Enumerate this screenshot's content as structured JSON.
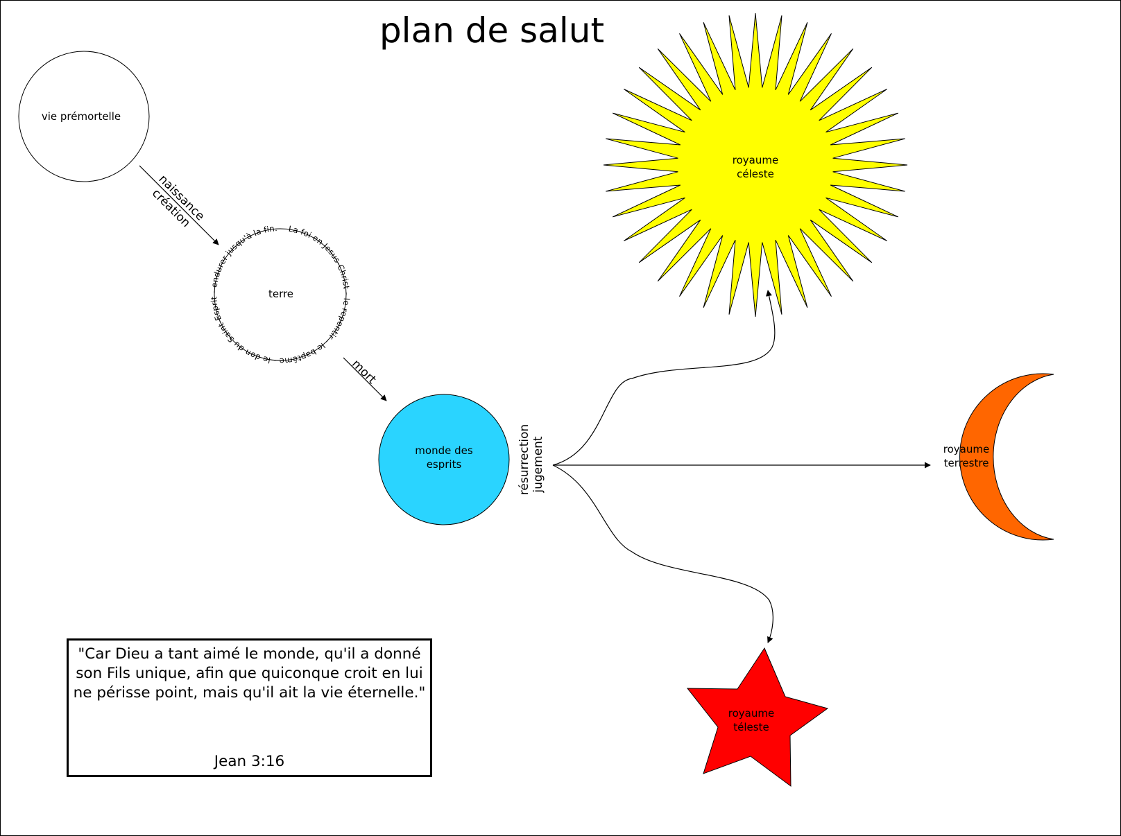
{
  "title": "plan de salut",
  "colors": {
    "celestial": "#ffff00",
    "terrestrial": "#ff6600",
    "telestial": "#ff0000",
    "spirit_world": "#2ad4ff",
    "stroke": "#000000"
  },
  "nodes": {
    "premortal": {
      "label": "vie prémortelle",
      "shape": "circle",
      "icon": "circle-icon"
    },
    "earth": {
      "label": "terre",
      "shape": "circle",
      "icon": "circle-icon",
      "ring_text": "La foi en Jesus-Christ - le repentir - le baptême - le don du Saint-Esprit - endurer jusqu'à la fin."
    },
    "spirit_world": {
      "label_lines": [
        "monde des",
        "esprits"
      ],
      "shape": "circle",
      "icon": "circle-icon"
    },
    "celestial": {
      "label_lines": [
        "royaume",
        "céleste"
      ],
      "shape": "sun",
      "icon": "sun-icon"
    },
    "terrestrial": {
      "label_lines": [
        "royaume",
        "terrestre"
      ],
      "shape": "crescent",
      "icon": "moon-icon"
    },
    "telestial": {
      "label_lines": [
        "royaume",
        "téleste"
      ],
      "shape": "star",
      "icon": "star-icon"
    }
  },
  "edges": [
    {
      "from": "premortal",
      "to": "earth",
      "label_lines": [
        "naissance",
        "création"
      ]
    },
    {
      "from": "earth",
      "to": "spirit_world",
      "label_lines": [
        "mort"
      ]
    },
    {
      "from": "spirit_world",
      "to": "celestial",
      "label_lines": []
    },
    {
      "from": "spirit_world",
      "to": "terrestrial",
      "label_lines": []
    },
    {
      "from": "spirit_world",
      "to": "telestial",
      "label_lines": []
    }
  ],
  "judgment_label": [
    "résurrection",
    "jugement"
  ],
  "quote": {
    "text": "\"Car Dieu a tant aimé le monde, qu'il a donné son Fils unique, afin que quiconque croit en lui ne périsse point, mais qu'il ait la vie éternelle.\"",
    "reference": "Jean 3:16"
  }
}
